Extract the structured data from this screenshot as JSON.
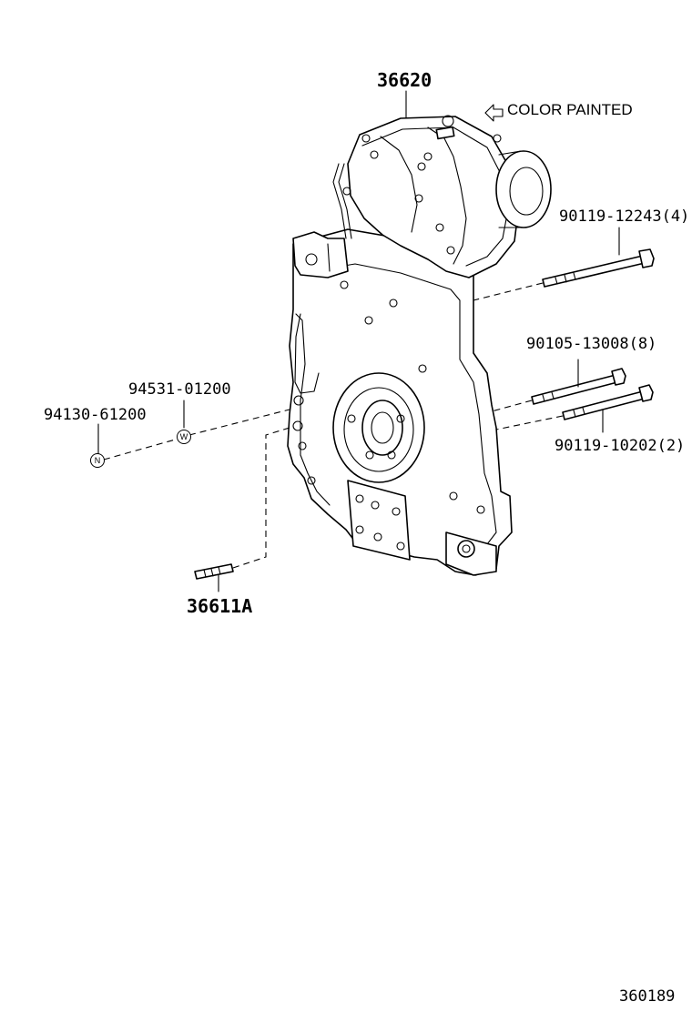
{
  "labels": {
    "case_part": "36620",
    "color_painted": "COLOR PAINTED",
    "bolt_upper": "90119-12243(4)",
    "bolt_mid": "90105-13008(8)",
    "bolt_lower": "90119-10202(2)",
    "washer": "94531-01200",
    "nut": "94130-61200",
    "stud": "36611A",
    "figure_code": "360189"
  },
  "symbols": {
    "arrow_icon": "hollow-arrow-left-icon",
    "washer_marker": "W",
    "nut_marker": "N"
  }
}
